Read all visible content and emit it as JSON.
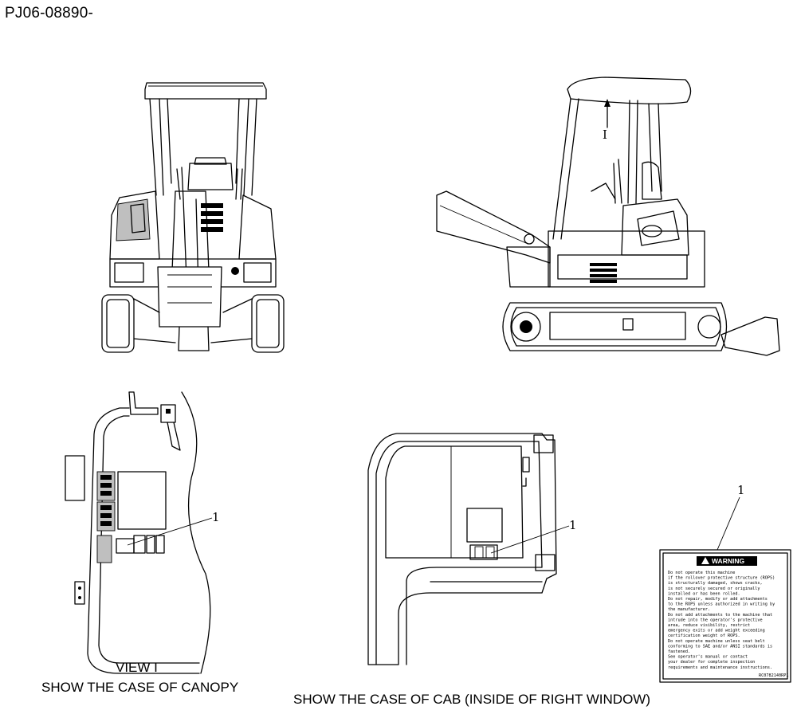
{
  "document": {
    "id": "PJ06-08890-"
  },
  "captions": {
    "view": "VIEW I",
    "canopy": "SHOW THE CASE OF CANOPY",
    "cab": "SHOW THE CASE OF CAB (INSIDE OF RIGHT WINDOW)"
  },
  "markers": {
    "view_arrow": "I",
    "callout_canopy": "1",
    "callout_cab": "1",
    "callout_label": "1"
  },
  "warning_label": {
    "heading": "WARNING",
    "lines": [
      "Do not operate this machine",
      "if the rollover protective structure (ROPS)",
      "is structurally damaged, shows cracks,",
      "is not securely secured or originally",
      "installed or has been rolled.",
      "Do not repair, modify or add attachments",
      "to the ROPS unless authorized in writing by",
      "the manufacturer.",
      "Do not add attachments to the machine that",
      "intrude into the operator's protective",
      "area, reduce visibility, restrict",
      "emergency exits or add weight exceeding",
      "certification weight of ROPS.",
      "Do not operate machine unless seat belt",
      "conforming to SAE and/or ANSI standards is",
      "fastened.",
      "See operator's manual or contact",
      "your dealer for complete inspection",
      "requirements and maintenance instructions."
    ],
    "part_number": "RC0782140RP1"
  }
}
